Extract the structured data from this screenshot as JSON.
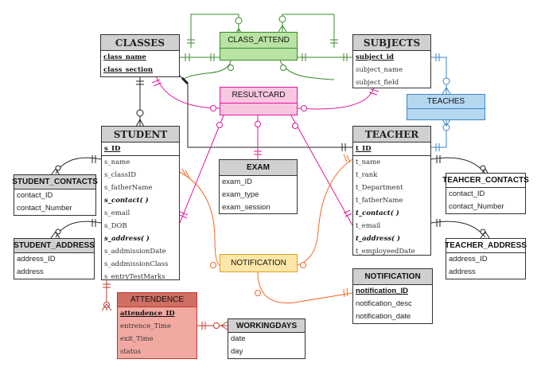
{
  "entities": {
    "classes": {
      "title": "CLASSES",
      "rows": [
        "class_name",
        "class_section"
      ]
    },
    "class_attend": {
      "title": "CLASS_ATTEND"
    },
    "subjects": {
      "title": "SUBJECTS",
      "rows": [
        "subject_id",
        "subject_name",
        "subject_field"
      ]
    },
    "resultcard": {
      "title": "RESULTCARD"
    },
    "teaches": {
      "title": "TEACHES"
    },
    "student": {
      "title": "STUDENT",
      "rows": [
        "s_ID",
        "s_name",
        "s_classID",
        "s_fatherName",
        "s_contact( )",
        "s_email",
        "s_DOB",
        "s_address( )",
        "s_addmissionDate",
        "s_addmissionClass",
        "s_entryTestMarks"
      ]
    },
    "exam": {
      "title": "EXAM",
      "rows": [
        "exam_ID",
        "exam_type",
        "exam_session"
      ]
    },
    "teacher": {
      "title": "TEACHER",
      "rows": [
        "t_ID",
        "t_name",
        "t_rank",
        "t_Department",
        "t_fatherName",
        "t_contact( )",
        "t_email",
        "t_address( )",
        "t_employeedDate"
      ]
    },
    "student_contacts": {
      "title": "STUDENT_CONTACTS",
      "rows": [
        "contact_ID",
        "contact_Number"
      ]
    },
    "teacher_contacts": {
      "title": "TEAHCER_CONTACTS",
      "rows": [
        "contact_ID",
        "contact_Number"
      ]
    },
    "student_address": {
      "title": "STUDENT_ADDRESS",
      "rows": [
        "address_ID",
        "address"
      ]
    },
    "teacher_address": {
      "title": "TEACHER_ADDRESS",
      "rows": [
        "address_ID",
        "address"
      ]
    },
    "notification_assoc": {
      "title": "NOTIFICATION"
    },
    "notification": {
      "title": "NOTIFICATION",
      "rows": [
        "notification_ID",
        "notification_desc",
        "notification_date"
      ]
    },
    "attendence": {
      "title": "ATTENDENCE",
      "rows": [
        "attendence_ID",
        "entrence_Time",
        "exit_Time",
        "status"
      ]
    },
    "workingdays": {
      "title": "WORKINGDAYS",
      "rows": [
        "date",
        "day"
      ]
    }
  },
  "colors": {
    "green": "#3a8a2a",
    "green_fill": "#b9e3a3",
    "magenta": "#e0189b",
    "magenta_fill": "#f8c6e0",
    "blue": "#3a86c8",
    "blue_fill": "#b5d7f0",
    "orange": "#ef6a26",
    "orange_fill": "#fde7a8",
    "red_fill": "#f2a9a2",
    "red_stroke": "#c0392b",
    "header_gray": "#d0d0d0"
  }
}
